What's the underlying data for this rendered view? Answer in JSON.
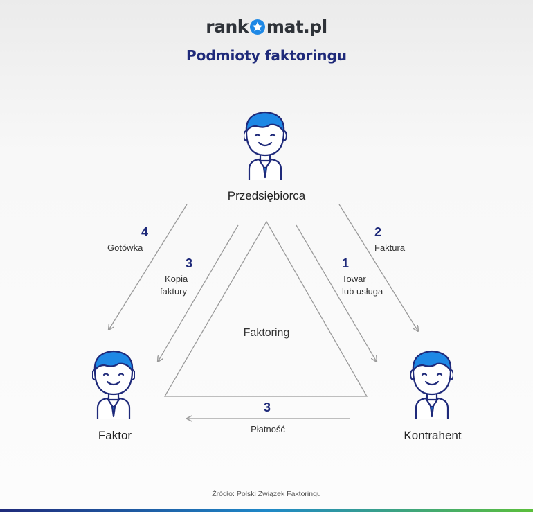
{
  "logo": {
    "text_before": "rank",
    "text_after": "mat.pl"
  },
  "title": "Podmioty faktoringu",
  "nodes": {
    "top": "Przedsiębiorca",
    "left": "Faktor",
    "right": "Kontrahent",
    "center": "Faktoring"
  },
  "flows": [
    {
      "number": "4",
      "label": "Gotówka"
    },
    {
      "number": "3",
      "label_line1": "Kopia",
      "label_line2": "faktury"
    },
    {
      "number": "1",
      "label_line1": "Towar",
      "label_line2": "lub usługa"
    },
    {
      "number": "2",
      "label": "Faktura"
    },
    {
      "number": "3",
      "label": "Płatność"
    }
  ],
  "source": "Źródło: Polski Związek Faktoringu",
  "colors": {
    "brand_blue": "#1f2a7a",
    "icon_blue": "#1e88e5",
    "arrow_gray": "#9a9a9a"
  }
}
